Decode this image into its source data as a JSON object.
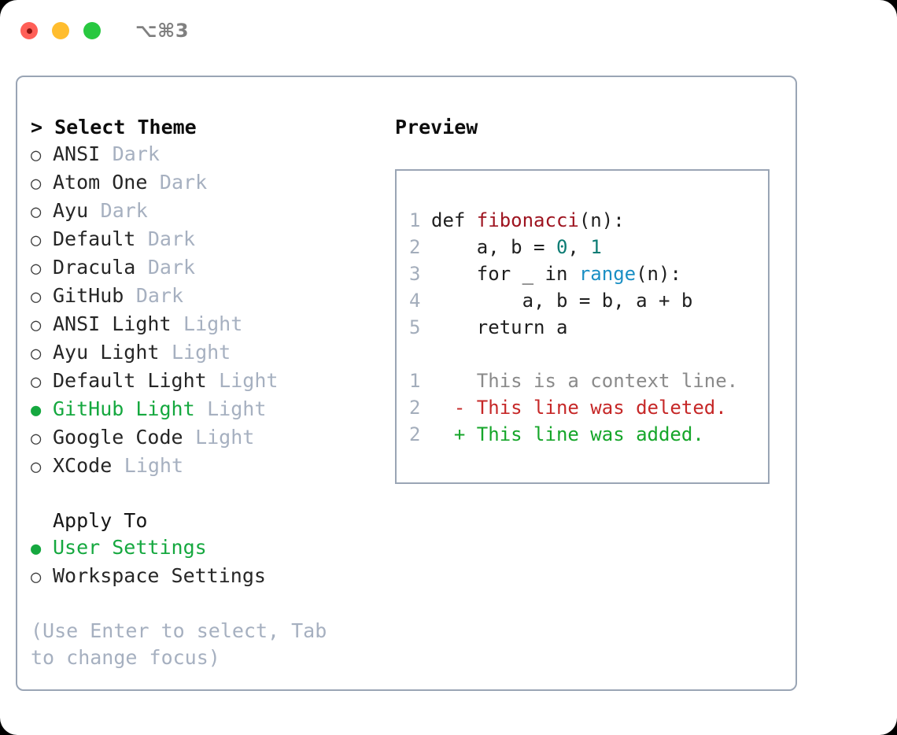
{
  "titlebar": {
    "shortcut": "⌥⌘3",
    "lights": [
      {
        "name": "close",
        "color": "#ff5f57"
      },
      {
        "name": "minimize",
        "color": "#ffbd2e"
      },
      {
        "name": "zoom",
        "color": "#28c840"
      }
    ]
  },
  "theme_picker": {
    "heading": "> Select Theme",
    "options": [
      {
        "marker": "○",
        "label": "ANSI",
        "variant": "Dark",
        "selected": false
      },
      {
        "marker": "○",
        "label": "Atom One",
        "variant": "Dark",
        "selected": false
      },
      {
        "marker": "○",
        "label": "Ayu",
        "variant": "Dark",
        "selected": false
      },
      {
        "marker": "○",
        "label": "Default",
        "variant": "Dark",
        "selected": false
      },
      {
        "marker": "○",
        "label": "Dracula",
        "variant": "Dark",
        "selected": false
      },
      {
        "marker": "○",
        "label": "GitHub",
        "variant": "Dark",
        "selected": false
      },
      {
        "marker": "○",
        "label": "ANSI Light",
        "variant": "Light",
        "selected": false
      },
      {
        "marker": "○",
        "label": "Ayu Light",
        "variant": "Light",
        "selected": false
      },
      {
        "marker": "○",
        "label": "Default Light",
        "variant": "Light",
        "selected": false
      },
      {
        "marker": "●",
        "label": "GitHub Light",
        "variant": "Light",
        "selected": true
      },
      {
        "marker": "○",
        "label": "Google Code",
        "variant": "Light",
        "selected": false
      },
      {
        "marker": "○",
        "label": "XCode",
        "variant": "Light",
        "selected": false
      }
    ]
  },
  "apply_to": {
    "heading": "Apply To",
    "options": [
      {
        "marker": "●",
        "label": "User Settings",
        "selected": true
      },
      {
        "marker": "○",
        "label": "Workspace Settings",
        "selected": false
      }
    ]
  },
  "hint": "(Use Enter to select, Tab to change focus)",
  "preview": {
    "title": "Preview",
    "code_lines": [
      {
        "num": "1",
        "tokens": [
          {
            "t": "def ",
            "c": "kw"
          },
          {
            "t": "fibonacci",
            "c": "fn"
          },
          {
            "t": "(n):",
            "c": "plain"
          }
        ]
      },
      {
        "num": "2",
        "tokens": [
          {
            "t": "    a, b = ",
            "c": "plain"
          },
          {
            "t": "0",
            "c": "num"
          },
          {
            "t": ", ",
            "c": "plain"
          },
          {
            "t": "1",
            "c": "num"
          }
        ]
      },
      {
        "num": "3",
        "tokens": [
          {
            "t": "    for _ in ",
            "c": "plain"
          },
          {
            "t": "range",
            "c": "call"
          },
          {
            "t": "(n):",
            "c": "plain"
          }
        ]
      },
      {
        "num": "4",
        "tokens": [
          {
            "t": "        a, b = b, a + b",
            "c": "plain"
          }
        ]
      },
      {
        "num": "5",
        "tokens": [
          {
            "t": "    return a",
            "c": "plain"
          }
        ]
      }
    ],
    "diff_lines": [
      {
        "num": "1",
        "sign": " ",
        "text": "This is a context line.",
        "kind": "ctx"
      },
      {
        "num": "2",
        "sign": "-",
        "text": "This line was deleted.",
        "kind": "del"
      },
      {
        "num": "2",
        "sign": "+",
        "text": "This line was added.",
        "kind": "add"
      }
    ]
  },
  "colors": {
    "accent_green": "#15a83f",
    "border": "#9aa5b5",
    "muted": "#a6b0c0",
    "line_number": "#a3adbb",
    "diff_add": "#16a62a",
    "diff_del": "#c62828",
    "diff_ctx": "#8a8a8a",
    "token_function": "#9e1420",
    "token_number": "#0d7c74",
    "token_call": "#1a8fc4"
  }
}
